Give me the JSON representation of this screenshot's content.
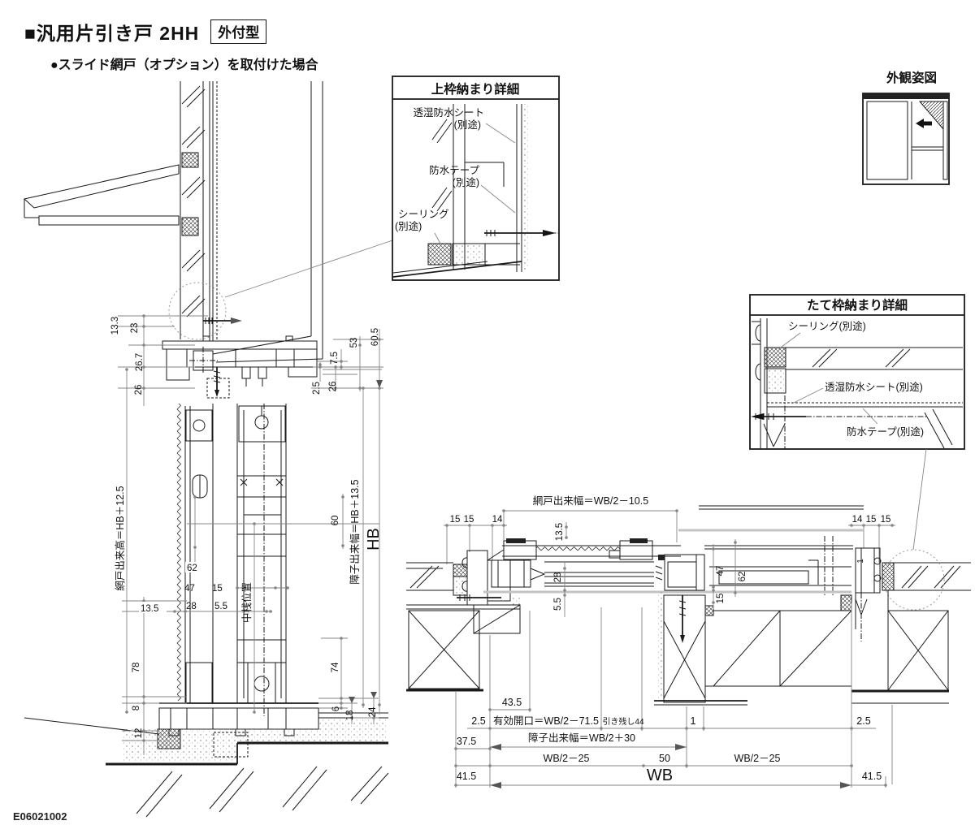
{
  "header": {
    "title": "■汎用片引き戸 2HH",
    "badge": "外付型",
    "subtitle": "●スライド網戸（オプション）を取付けた場合"
  },
  "code": "E06021002",
  "upper_detail": {
    "title": "上枠納まり詳細",
    "sheet1": "透湿防水シート",
    "sheet2": "(別途)",
    "tape1": "防水テープ",
    "tape2": "(別途)",
    "seal1": "シーリング",
    "seal2": "(別途)"
  },
  "appearance": {
    "title": "外観姿図"
  },
  "side_detail": {
    "title": "たて枠納まり詳細",
    "seal": "シーリング(別途)",
    "sheet": "透湿防水シート(別途)",
    "tape": "防水テープ(別途)"
  },
  "vsec": {
    "d13_3": "13.3",
    "d23": "23",
    "d26_7": "26.7",
    "d26a": "26",
    "net_h": "網戸出来高＝HB＋12.5",
    "d13_5a": "13.5",
    "d78": "78",
    "d8": "8",
    "d12": "12",
    "d62": "62",
    "d47": "47",
    "d15": "15",
    "d28": "28",
    "d5_5": "5.5",
    "d13_5b": "13.5",
    "mid": "中桟位置",
    "d60": "60",
    "shoji_h": "障子出来幅＝HB＋13.5",
    "hb": "HB",
    "d7_5": "7.5",
    "d53": "53",
    "d60_5": "60.5",
    "d2_5": "2.5",
    "d26b": "26",
    "d74": "74",
    "d6": "6",
    "d18": "18",
    "d24": "24"
  },
  "hsec": {
    "net_w": "網戸出来幅＝WB/2－10.5",
    "d15a": "15",
    "d15b": "15",
    "d14a": "14",
    "d14b": "14",
    "d15d": "15",
    "d15e": "15",
    "d13_5": "13.5",
    "d28": "28",
    "d5_5": "5.5",
    "d47": "47",
    "d62": "62",
    "d15c": "15",
    "d1a": "1",
    "d43_5": "43.5",
    "d2_5a": "2.5",
    "opening": "有効開口＝WB/2－71.5",
    "remain": "引き残し44",
    "d1b": "1",
    "d2_5b": "2.5",
    "d37_5": "37.5",
    "shoji_w": "障子出来幅＝WB/2＋30",
    "wbh_a": "WB/2－25",
    "d50": "50",
    "wbh_b": "WB/2－25",
    "d41_5a": "41.5",
    "wb": "WB",
    "d41_5b": "41.5"
  }
}
